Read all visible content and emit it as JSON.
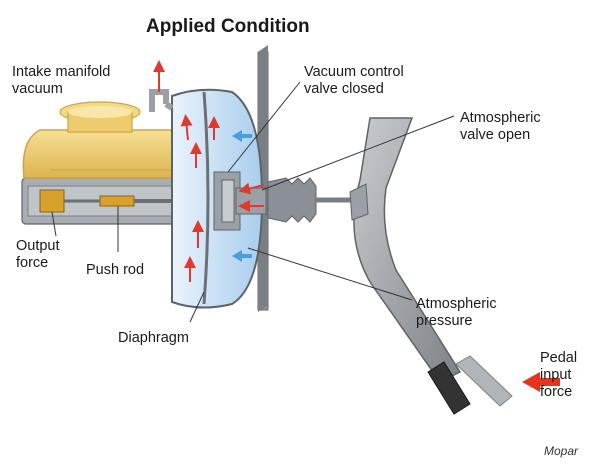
{
  "title": "Applied Condition",
  "labels": {
    "intake": [
      "Intake manifold",
      "vacuum"
    ],
    "vacuum_valve": [
      "Vacuum control",
      "valve closed"
    ],
    "atmo_valve": [
      "Atmospheric",
      "valve open"
    ],
    "output": [
      "Output",
      "force"
    ],
    "push_rod": "Push rod",
    "diaphragm": "Diaphragm",
    "atmo_pressure": [
      "Atmospheric",
      "pressure"
    ],
    "pedal": [
      "Pedal",
      "input",
      "force"
    ]
  },
  "credit": "Mopar",
  "colors": {
    "reservoir": "#f2d27a",
    "reservoir_edge": "#c9a547",
    "metal": "#9aa0a6",
    "metal_dark": "#5f6368",
    "booster_fill": "#d8e8f6",
    "air_arrow": "#4a9ee0",
    "vacuum_arrow": "#e03a2f",
    "pedal_force": "#e8331f",
    "pedal_pad": "#333333",
    "output_brass": "#d9a12b"
  }
}
